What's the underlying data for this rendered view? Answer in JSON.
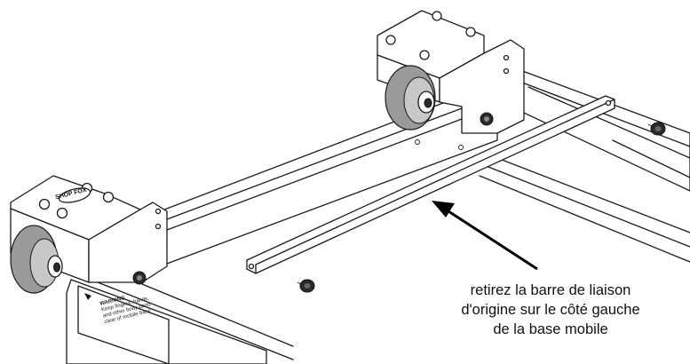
{
  "caption": {
    "line1": "retirez la barre de liaison",
    "line2": "d'origine sur le côté gauche",
    "line3": "de la base mobile"
  },
  "warning_label": {
    "title": "WARNING",
    "line1": "Keep fingers, hands,",
    "line2": "and other body parts",
    "line3": "clear of mobile base"
  },
  "caster_brand": "SHOP FOX",
  "colors": {
    "line": "#1a1a1a",
    "wheel": "#9a9a9a",
    "background": "#ffffff"
  }
}
